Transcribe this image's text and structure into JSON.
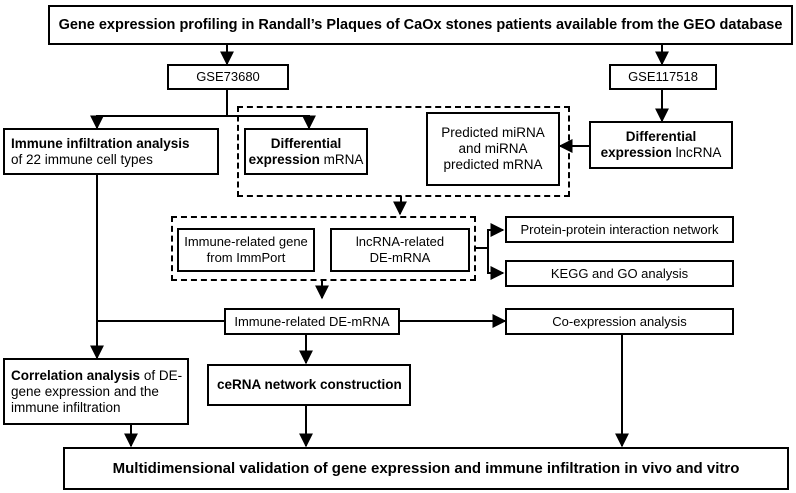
{
  "nodes": {
    "top": "Gene expression profiling in Randall’s Plaques of CaOx stones patients available from the GEO database",
    "gse73680": "GSE73680",
    "gse117518": "GSE117518",
    "immune_bold": "Immune infiltration analysis",
    "immune_rest": "of 22 immune cell types",
    "diff_mrna_bold": "Differential expression",
    "diff_mrna_rest": " mRNA",
    "predicted_l1": "Predicted miRNA",
    "predicted_l2": "and miRNA",
    "predicted_l3": "predicted mRNA",
    "diff_lnc_bold1": "Differential",
    "diff_lnc_bold2": "expression",
    "diff_lnc_rest": " lncRNA",
    "immport_l1": "Immune-related gene",
    "immport_l2": "from ImmPort",
    "lnc_de_l1": "lncRNA-related",
    "lnc_de_l2": "DE-mRNA",
    "ppi": "Protein-protein interaction network",
    "kegg": "KEGG and GO analysis",
    "immune_de": "Immune-related DE-mRNA",
    "coexp": "Co-expression analysis",
    "corr_bold": "Correlation analysis",
    "corr_rest1": " of DE-",
    "corr_rest2": "gene expression and the",
    "corr_rest3": "immune infiltration",
    "cerna": "ceRNA network construction",
    "bottom": "Multidimensional validation of gene expression and immune infiltration in vivo and vitro"
  }
}
